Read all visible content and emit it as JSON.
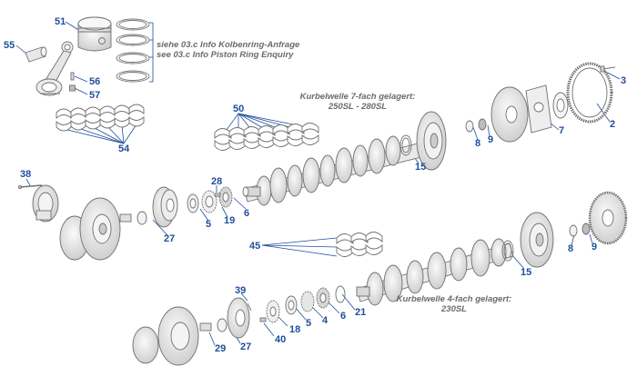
{
  "notes": {
    "piston_ring_de": "siehe 03.c Info Kolbenring-Anfrage",
    "piston_ring_en": "see 03.c Info Piston Ring Enquiry",
    "crank7_title": "Kurbelwelle 7-fach gelagert:",
    "crank7_models": "250SL - 280SL",
    "crank4_title": "Kurbelwelle 4-fach gelagert:",
    "crank4_models": "230SL"
  },
  "callouts": {
    "p51": "51",
    "p55": "55",
    "p56": "56",
    "p57": "57",
    "p54": "54",
    "p50": "50",
    "p3": "3",
    "p2": "2",
    "p7": "7",
    "p8a": "8",
    "p9a": "9",
    "p15a": "15",
    "p38": "38",
    "p28": "28",
    "p6a": "6",
    "p19": "19",
    "p5a": "5",
    "p27a": "27",
    "p45": "45",
    "p8b": "8",
    "p9b": "9",
    "p15b": "15",
    "p39": "39",
    "p21": "21",
    "p6b": "6",
    "p4": "4",
    "p5b": "5",
    "p18": "18",
    "p40": "40",
    "p27b": "27",
    "p29": "29"
  },
  "colors": {
    "callout": "#1f4e9c",
    "drawing": "#707070",
    "shade": "#dcdcdc",
    "note": "#6b6b6b"
  }
}
